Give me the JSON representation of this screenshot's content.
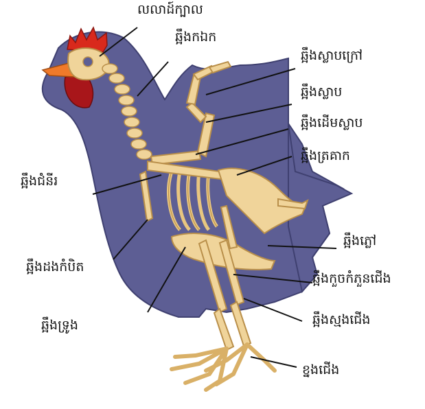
{
  "labels": {
    "skull": "លលាដ៍ក្បាល",
    "neck_bone": "ឆ្អឹងកឯក",
    "outer_wing_bone": "ឆ្អឹងស្លាបក្រៅ",
    "wing_bone": "ឆ្អឹងស្លាប",
    "wing_base_bone": "ឆ្អឹងដើមស្លាប",
    "pelvis_bone": "ឆ្អឹងត្រគាក",
    "rib_bone": "ឆ្អឹងជំនីរ",
    "thigh_bone": "ឆ្អឹងភ្លៅ",
    "collar_bone": "ឆ្អឹងដងកំបិត",
    "knee_bone": "ឆ្អឹងកួចកំភួនជើង",
    "breast_bone": "ឆ្អឹងទ្រូង",
    "shin_bone": "ឆ្អឹងស្មងជើង",
    "toes": "ខ្នងជើង"
  },
  "colors": {
    "body": "#5d5e94",
    "body_edge": "#3f4070",
    "bone": "#f0d49a",
    "bone_edge": "#b98f4a",
    "comb": "#d9291c",
    "wattle": "#a8161a",
    "beak": "#f07a2a",
    "leader": "#111111"
  }
}
